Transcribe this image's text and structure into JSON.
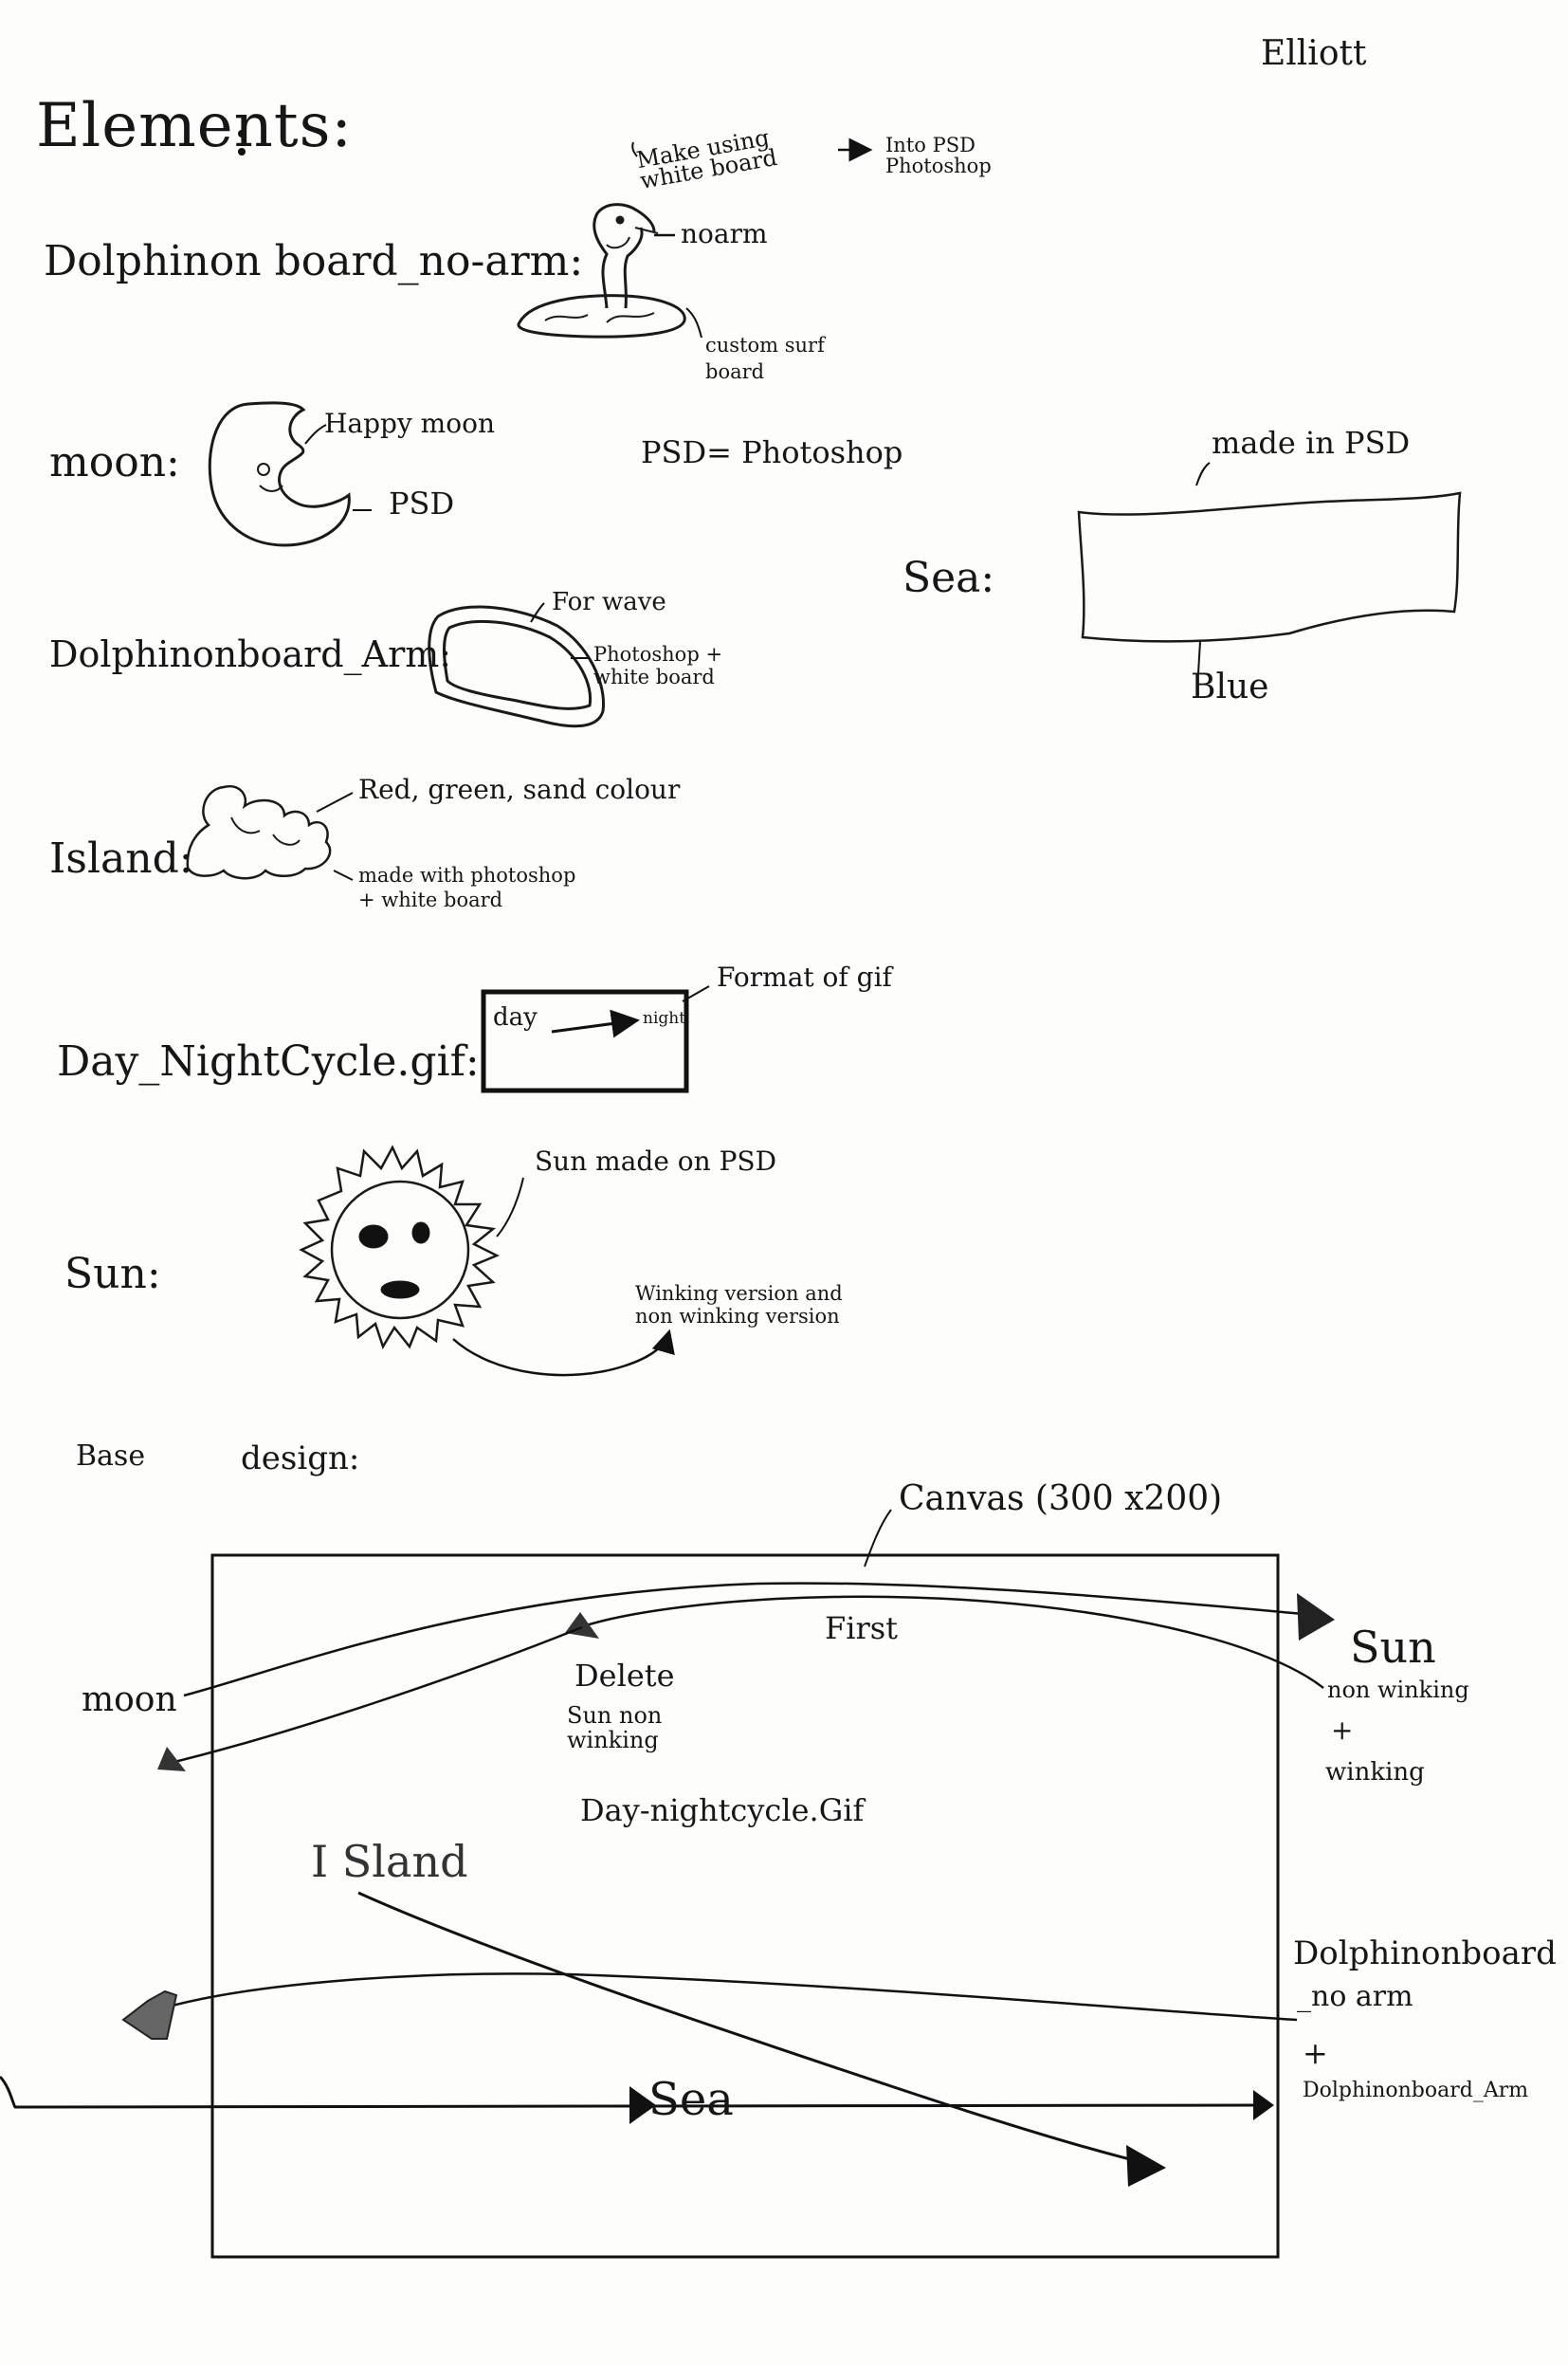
{
  "author": "Elliott",
  "heading": "Elements:",
  "elements": {
    "dolphin_no_arm": {
      "label": "Dolphinon board_no-arm:",
      "note_make": "Make using white board",
      "note_into": "Into PSD Photoshop",
      "note_noarm": "noarm",
      "note_custom": "custom surf board"
    },
    "moon": {
      "label": "moon:",
      "note_happy": "Happy moon",
      "note_psd": "PSD"
    },
    "psd_def": "PSD= Photoshop",
    "sea": {
      "label": "Sea:",
      "note_made": "made in PSD",
      "note_blue": "Blue"
    },
    "dolphin_arm": {
      "label": "Dolphinonboard_Arm:",
      "note_wave": "For wave",
      "note_tools": "Photoshop + white board"
    },
    "island": {
      "label": "Island:",
      "note_colours": "Red, green, sand colour",
      "note_made": "made with photoshop + white board"
    },
    "day_night": {
      "label": "Day_NightCycle.gif:",
      "box_day": "day",
      "box_night": "night",
      "note_format": "Format of gif"
    },
    "sun": {
      "label": "Sun:",
      "note_made": "Sun made on PSD",
      "note_versions": "Winking version and non winking version"
    }
  },
  "base_design": {
    "heading_a": "Base",
    "heading_b": "design:",
    "canvas_label": "Canvas (300 x200)",
    "first": "First",
    "delete": "Delete",
    "delete_sub": "Sun non winking",
    "sun": "Sun",
    "sun_sub1": "non winking",
    "sun_sub2": "+",
    "sun_sub3": "winking",
    "moon": "moon",
    "day_night": "Day-nightcycle.Gif",
    "island": "I Sland",
    "dolphin1": "Dolphinonboard",
    "dolphin2": "_no arm",
    "dolphin3": "+",
    "dolphin4": "Dolphinonboard_Arm",
    "sea": "Sea"
  }
}
